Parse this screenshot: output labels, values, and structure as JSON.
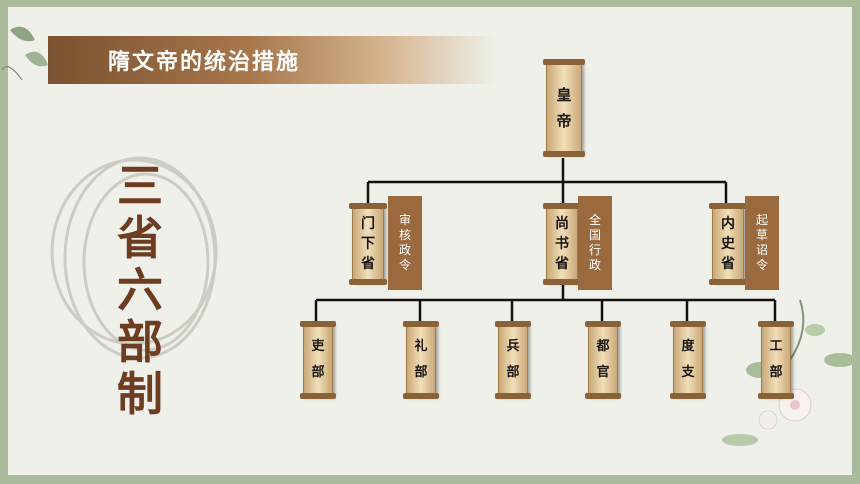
{
  "title": "隋文帝的统治措施",
  "big_title": [
    "三",
    "省",
    "六",
    "部",
    "制"
  ],
  "emperor": [
    "皇",
    "帝"
  ],
  "provinces": [
    {
      "name": [
        "门",
        "下",
        "省"
      ],
      "duty": [
        "审",
        "核",
        "政",
        "令"
      ]
    },
    {
      "name": [
        "尚",
        "书",
        "省"
      ],
      "duty": [
        "全",
        "国",
        "行",
        "政"
      ]
    },
    {
      "name": [
        "内",
        "史",
        "省"
      ],
      "duty": [
        "起",
        "草",
        "诏",
        "令"
      ]
    }
  ],
  "departments": [
    [
      "吏",
      "部"
    ],
    [
      "礼",
      "部"
    ],
    [
      "兵",
      "部"
    ],
    [
      "都",
      "官"
    ],
    [
      "度",
      "支"
    ],
    [
      "工",
      "部"
    ]
  ],
  "colors": {
    "frame": "#a9bb9a",
    "banner": "#7a5230",
    "title": "#6d3d22",
    "note": "#9a6a3e"
  }
}
